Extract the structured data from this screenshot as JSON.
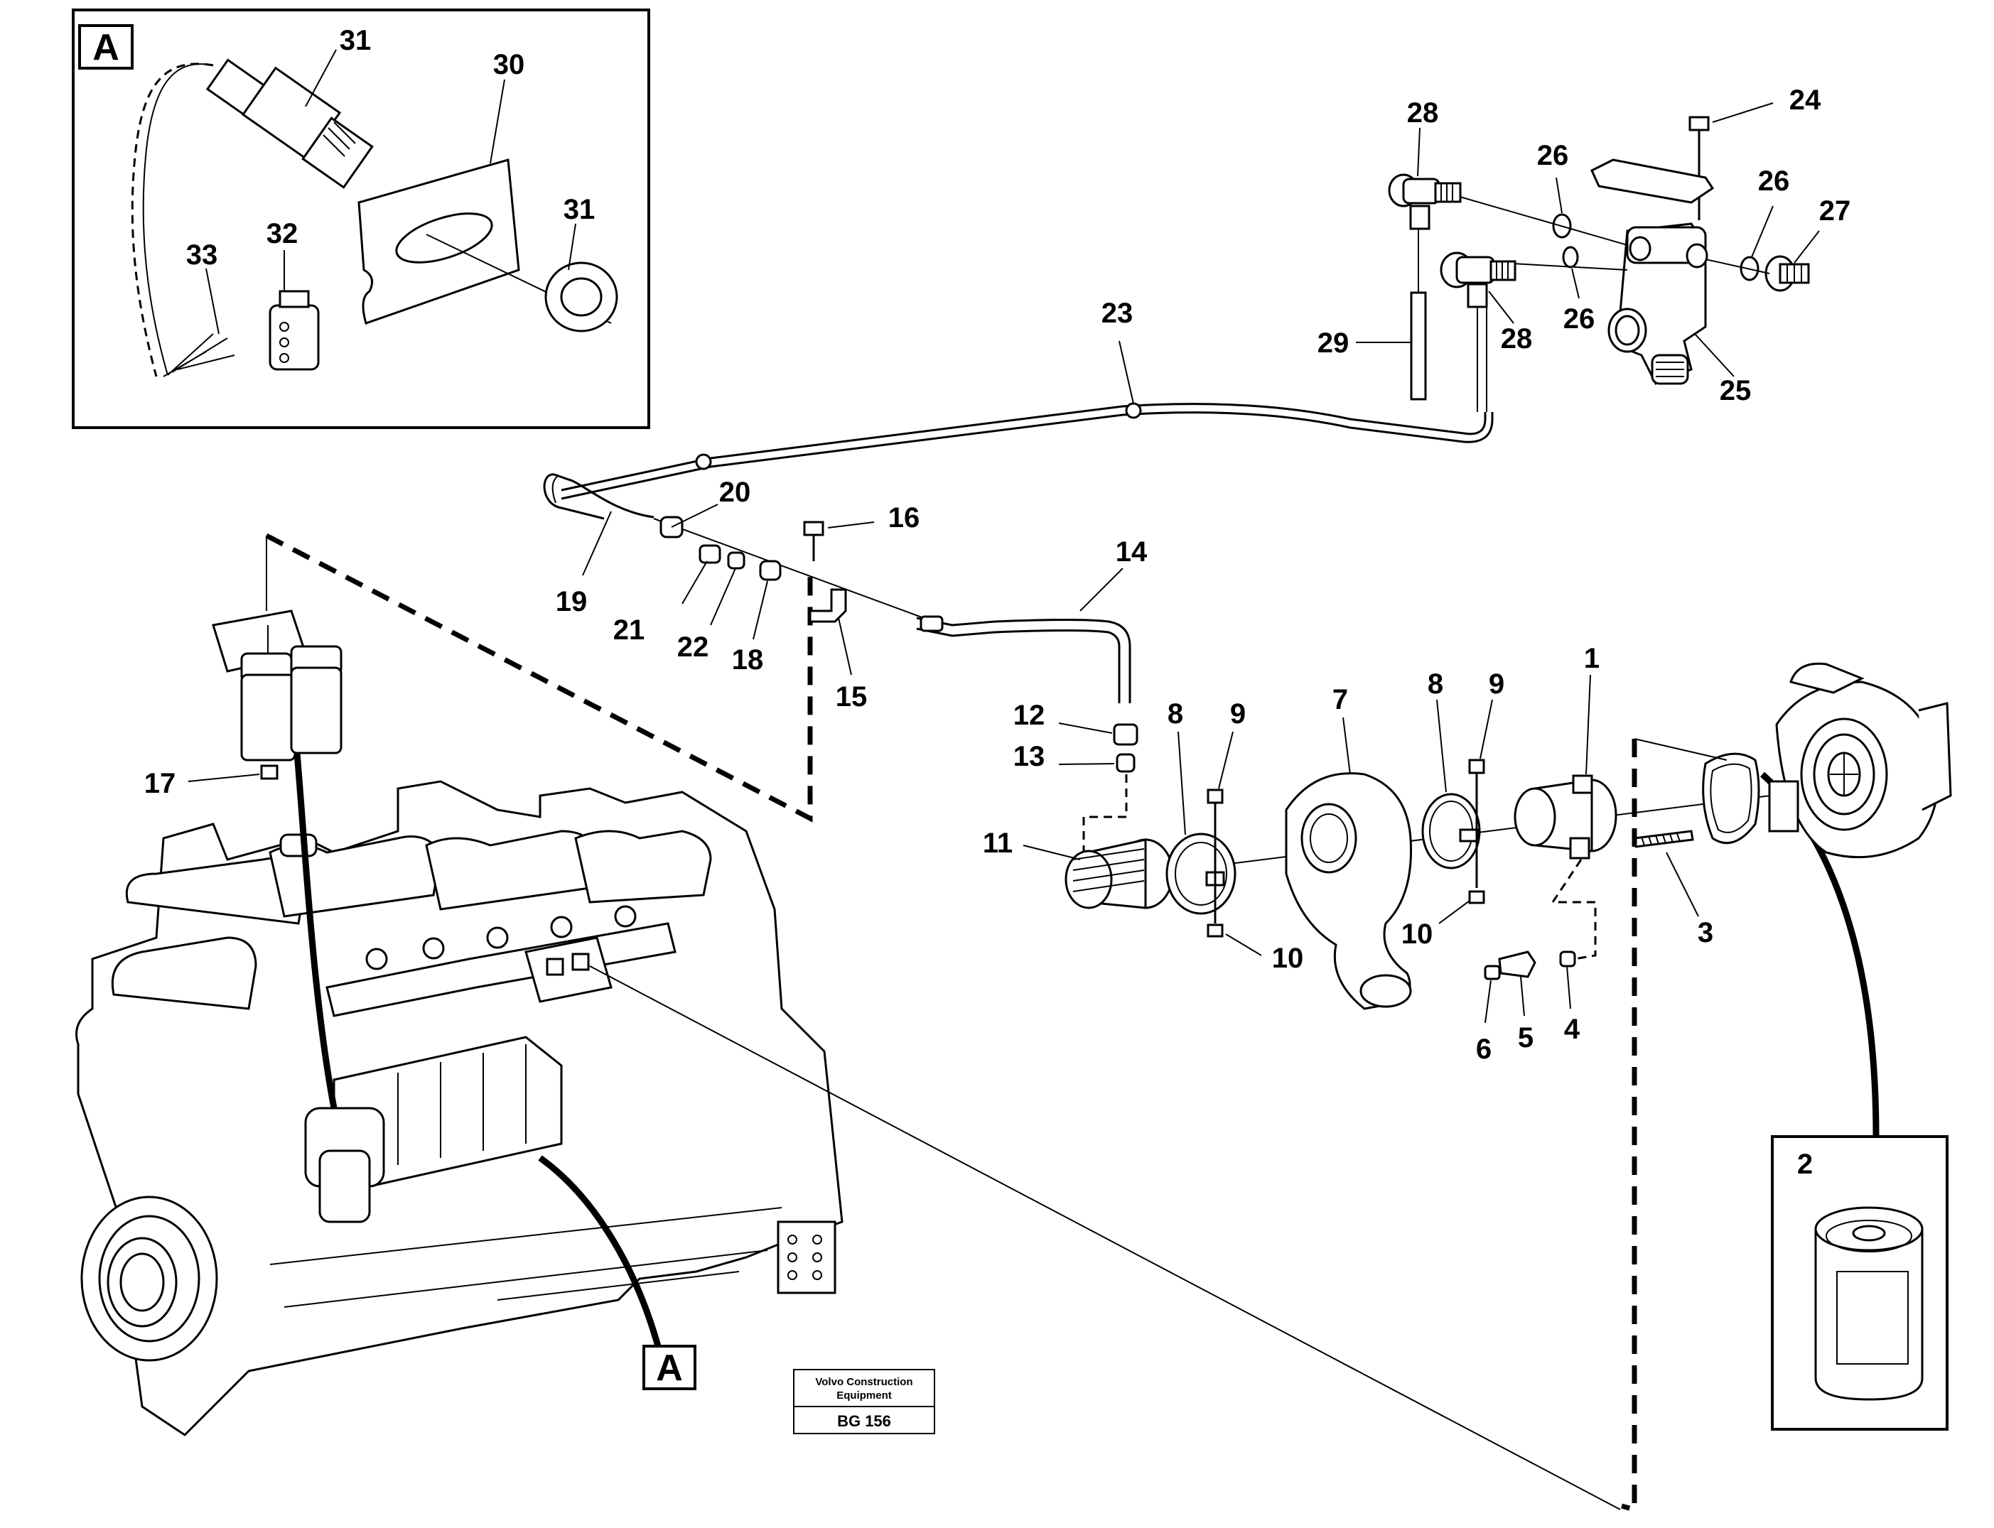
{
  "diagram": {
    "detail_marker": "A",
    "part_labels": {
      "p1": "1",
      "p2": "2",
      "p3": "3",
      "p4": "4",
      "p5": "5",
      "p6": "6",
      "p7": "7",
      "p8a": "8",
      "p8b": "8",
      "p9a": "9",
      "p9b": "9",
      "p10a": "10",
      "p10b": "10",
      "p11": "11",
      "p12": "12",
      "p13": "13",
      "p14": "14",
      "p15": "15",
      "p16": "16",
      "p17": "17",
      "p18": "18",
      "p19": "19",
      "p20": "20",
      "p21": "21",
      "p22": "22",
      "p23": "23",
      "p24": "24",
      "p25": "25",
      "p26a": "26",
      "p26b": "26",
      "p26c": "26",
      "p27": "27",
      "p28a": "28",
      "p28b": "28",
      "p29": "29",
      "p30": "30",
      "p31a": "31",
      "p31b": "31",
      "p32": "32",
      "p33": "33"
    },
    "stamp": {
      "company_line1": "Volvo Construction",
      "company_line2": "Equipment",
      "code": "BG 156"
    }
  }
}
